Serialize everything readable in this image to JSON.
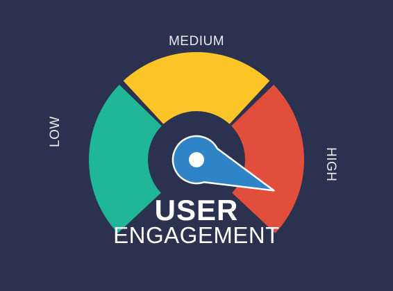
{
  "gauge": {
    "labels": {
      "low": "LOW",
      "medium": "MEDIUM",
      "high": "HIGH"
    },
    "title_line_1": "USER",
    "title_line_2": "ENGAGEMENT",
    "level": 0.92,
    "colors": {
      "background": "#2b324f",
      "low": "#1fb797",
      "medium": "#fcc527",
      "high": "#e24e3c",
      "needle": "#2f84c8",
      "hub": "#ffffff"
    }
  }
}
